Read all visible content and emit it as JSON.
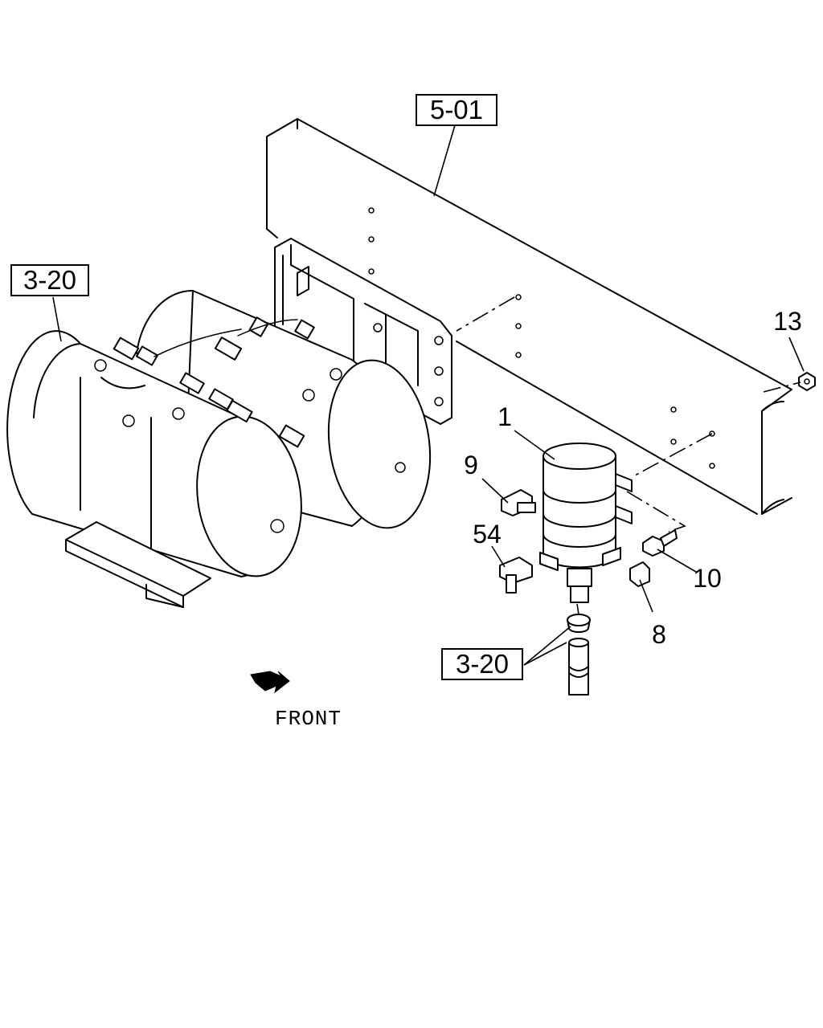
{
  "callouts": {
    "frame_ref": "5-01",
    "tank_ref": "3-20",
    "hose_ref": "3-20",
    "part_1": "1",
    "part_8": "8",
    "part_9": "9",
    "part_10": "10",
    "part_13": "13",
    "part_54": "54"
  },
  "direction": {
    "label": "FRONT",
    "icon": "arrow-icon"
  }
}
